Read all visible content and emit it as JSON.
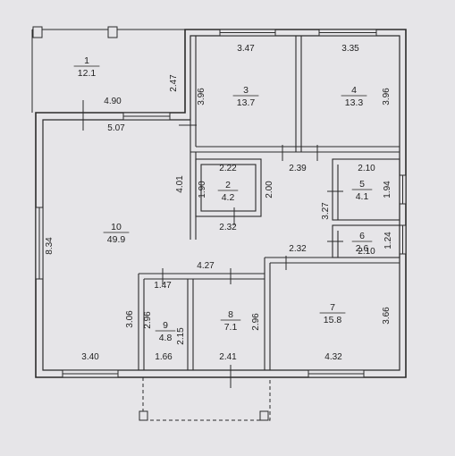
{
  "rooms": [
    {
      "number": "1",
      "area": "12.1"
    },
    {
      "number": "2",
      "area": "4.2"
    },
    {
      "number": "3",
      "area": "13.7"
    },
    {
      "number": "4",
      "area": "13.3"
    },
    {
      "number": "5",
      "area": "4.1"
    },
    {
      "number": "6",
      "area": "2.6"
    },
    {
      "number": "7",
      "area": "15.8"
    },
    {
      "number": "8",
      "area": "7.1"
    },
    {
      "number": "9",
      "area": "4.8"
    },
    {
      "number": "10",
      "area": "49.9"
    }
  ],
  "dimensions": [
    "4.90",
    "2.47",
    "3.47",
    "3.35",
    "3.96",
    "3.96",
    "5.07",
    "4.01",
    "2.22",
    "1.90",
    "2.32",
    "2.00",
    "2.39",
    "3.27",
    "2.10",
    "1.94",
    "1.24",
    "2.10",
    "2.32",
    "4.27",
    "1.47",
    "2.96",
    "2.15",
    "3.06",
    "2.96",
    "3.66",
    "8.34",
    "3.40",
    "1.66",
    "2.41",
    "4.32"
  ]
}
